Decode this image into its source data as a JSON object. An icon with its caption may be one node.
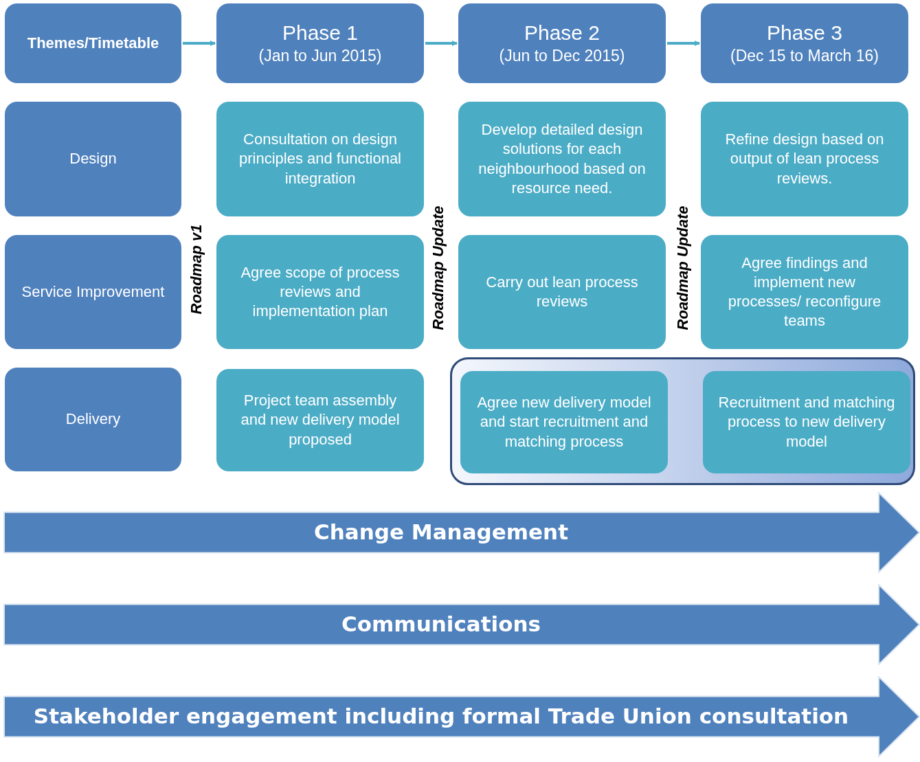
{
  "diagram": {
    "nodes": [
      {
        "text": [
          "Themes/Timetable"
        ]
      },
      {
        "text": [
          "Phase 1",
          "(Jan to Jun 2015)"
        ]
      },
      {
        "text": [
          "Phase 2",
          "(Jun to Dec 2015)"
        ]
      },
      {
        "text": [
          "Phase 3",
          "(Dec 15 to March 16)"
        ]
      },
      {
        "text": [
          "Design"
        ]
      },
      {
        "text": [
          "Consultation on design principles and functional integration"
        ]
      },
      {
        "text": [
          "Develop detailed design solutions for each neighbourhood based on resource need."
        ]
      },
      {
        "text": [
          "Refine design based on output of lean process reviews."
        ]
      },
      {
        "text": [
          "Service Improvement"
        ]
      },
      {
        "text": [
          "Agree scope of process reviews and implementation plan"
        ]
      },
      {
        "text": [
          "Carry out lean process reviews"
        ]
      },
      {
        "text": [
          "Agree findings and implement new processes/ reconfigure teams"
        ]
      },
      {
        "text": [
          "Delivery"
        ]
      },
      {
        "text": [
          "Project team assembly and new delivery model proposed"
        ]
      },
      {
        "text": [],
        "shape": "box"
      },
      {
        "text": [
          "Agree new delivery model and start recruitment and matching process"
        ],
        "in": 14
      },
      {
        "text": [
          "Recruitment and matching process to new delivery model"
        ],
        "in": 14
      },
      {
        "text": [
          "Change Management"
        ]
      },
      {
        "text": [
          "Communications"
        ]
      },
      {
        "text": [
          "Stakeholder engagement including formal Trade Union consultation"
        ]
      }
    ],
    "edges": [
      {
        "from": 0,
        "to": 1,
        "arrow": "to"
      },
      {
        "from": 1,
        "to": 2,
        "arrow": "to"
      },
      {
        "from": 2,
        "to": 3,
        "arrow": "to"
      }
    ],
    "labels": [
      "Roadmap v1",
      "Roadmap Update",
      "Roadmap Update"
    ]
  }
}
